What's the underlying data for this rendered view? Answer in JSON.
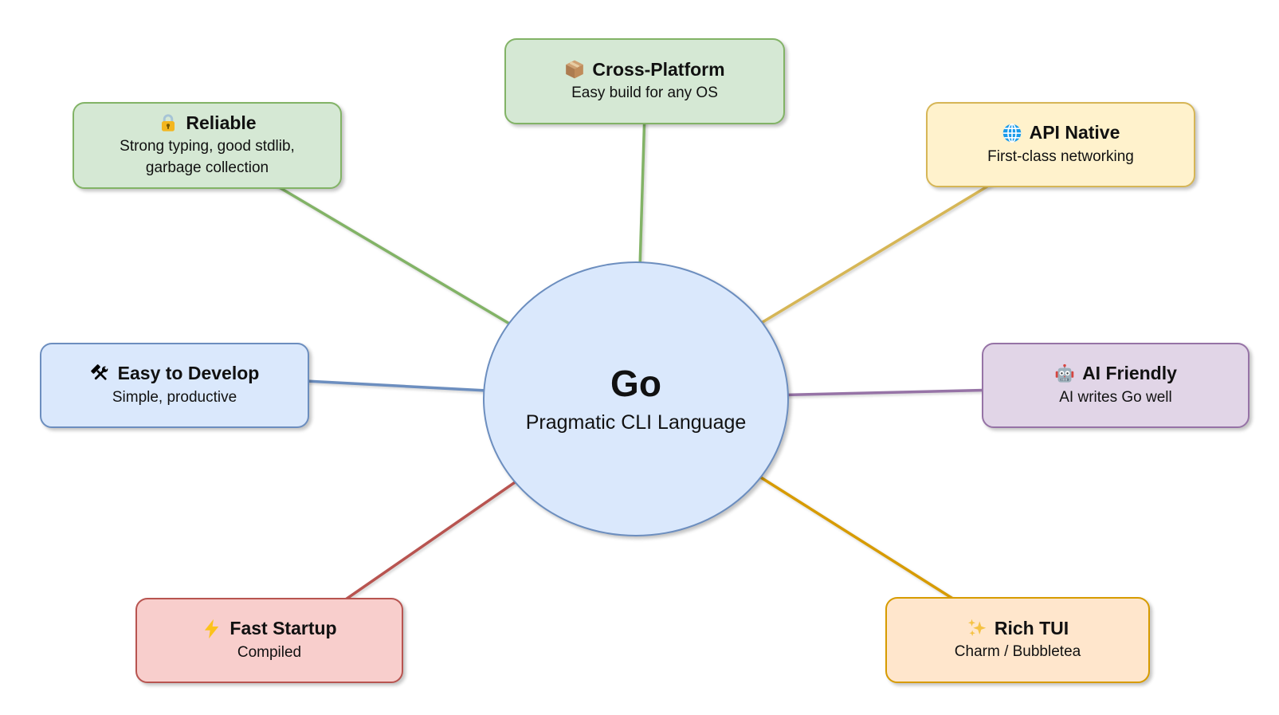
{
  "diagram": {
    "background": "#ffffff",
    "center": {
      "title": "Go",
      "subtitle": "Pragmatic CLI Language",
      "fill": "#dae8fc",
      "border": "#6c8ebf"
    },
    "nodes": [
      {
        "id": "cross-platform",
        "position": "top",
        "icon": "package-icon",
        "title": "Cross-Platform",
        "description": "Easy build for any OS",
        "fill": "#d5e8d4",
        "border": "#82b366"
      },
      {
        "id": "reliable",
        "position": "upper-left",
        "icon": "lock-icon",
        "title": "Reliable",
        "description": "Strong typing, good stdlib, garbage collection",
        "fill": "#d5e8d4",
        "border": "#82b366"
      },
      {
        "id": "api-native",
        "position": "upper-right",
        "icon": "globe-icon",
        "title": "API Native",
        "description": "First-class networking",
        "fill": "#fff2cc",
        "border": "#d6b656"
      },
      {
        "id": "easy-to-develop",
        "position": "left",
        "icon": "hammer-wrench-icon",
        "title": "Easy to Develop",
        "description": "Simple, productive",
        "fill": "#dae8fc",
        "border": "#6c8ebf"
      },
      {
        "id": "ai-friendly",
        "position": "right",
        "icon": "robot-icon",
        "title": "AI Friendly",
        "description": "AI writes Go well",
        "fill": "#e1d5e7",
        "border": "#9673a6"
      },
      {
        "id": "fast-startup",
        "position": "lower-left",
        "icon": "lightning-icon",
        "title": "Fast Startup",
        "description": "Compiled",
        "fill": "#f8cecc",
        "border": "#b85450"
      },
      {
        "id": "rich-tui",
        "position": "lower-right",
        "icon": "sparkles-icon",
        "title": "Rich TUI",
        "description": "Charm / Bubbletea",
        "fill": "#ffe6cc",
        "border": "#d79b00"
      }
    ]
  }
}
